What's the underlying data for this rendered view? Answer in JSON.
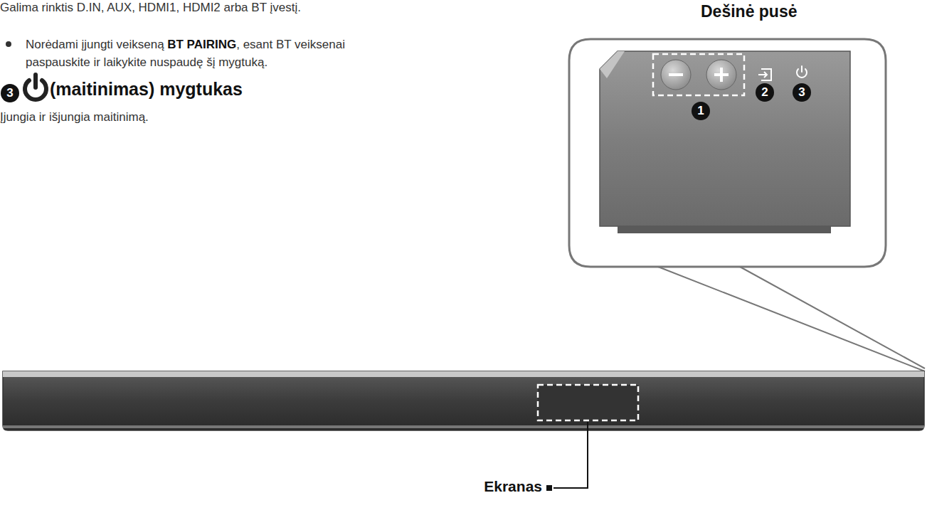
{
  "diagram": {
    "labels": [
      "Galima rinktis D.IN, AUX, HDMI1, HDMI2 arba BT įvestį.",
      "Norėdami įjungti veikseną",
      "BT PAIRING",
      ", esant BT veiksenai paspauskite ir laikykite nuspaudę šį mygtuką.",
      "3",
      "(maitinimas) mygtukas",
      "Įjungia ir išjungia maitinimą.",
      "Dešinė pusė",
      "1",
      "2",
      "3",
      "Ekranas"
    ]
  }
}
